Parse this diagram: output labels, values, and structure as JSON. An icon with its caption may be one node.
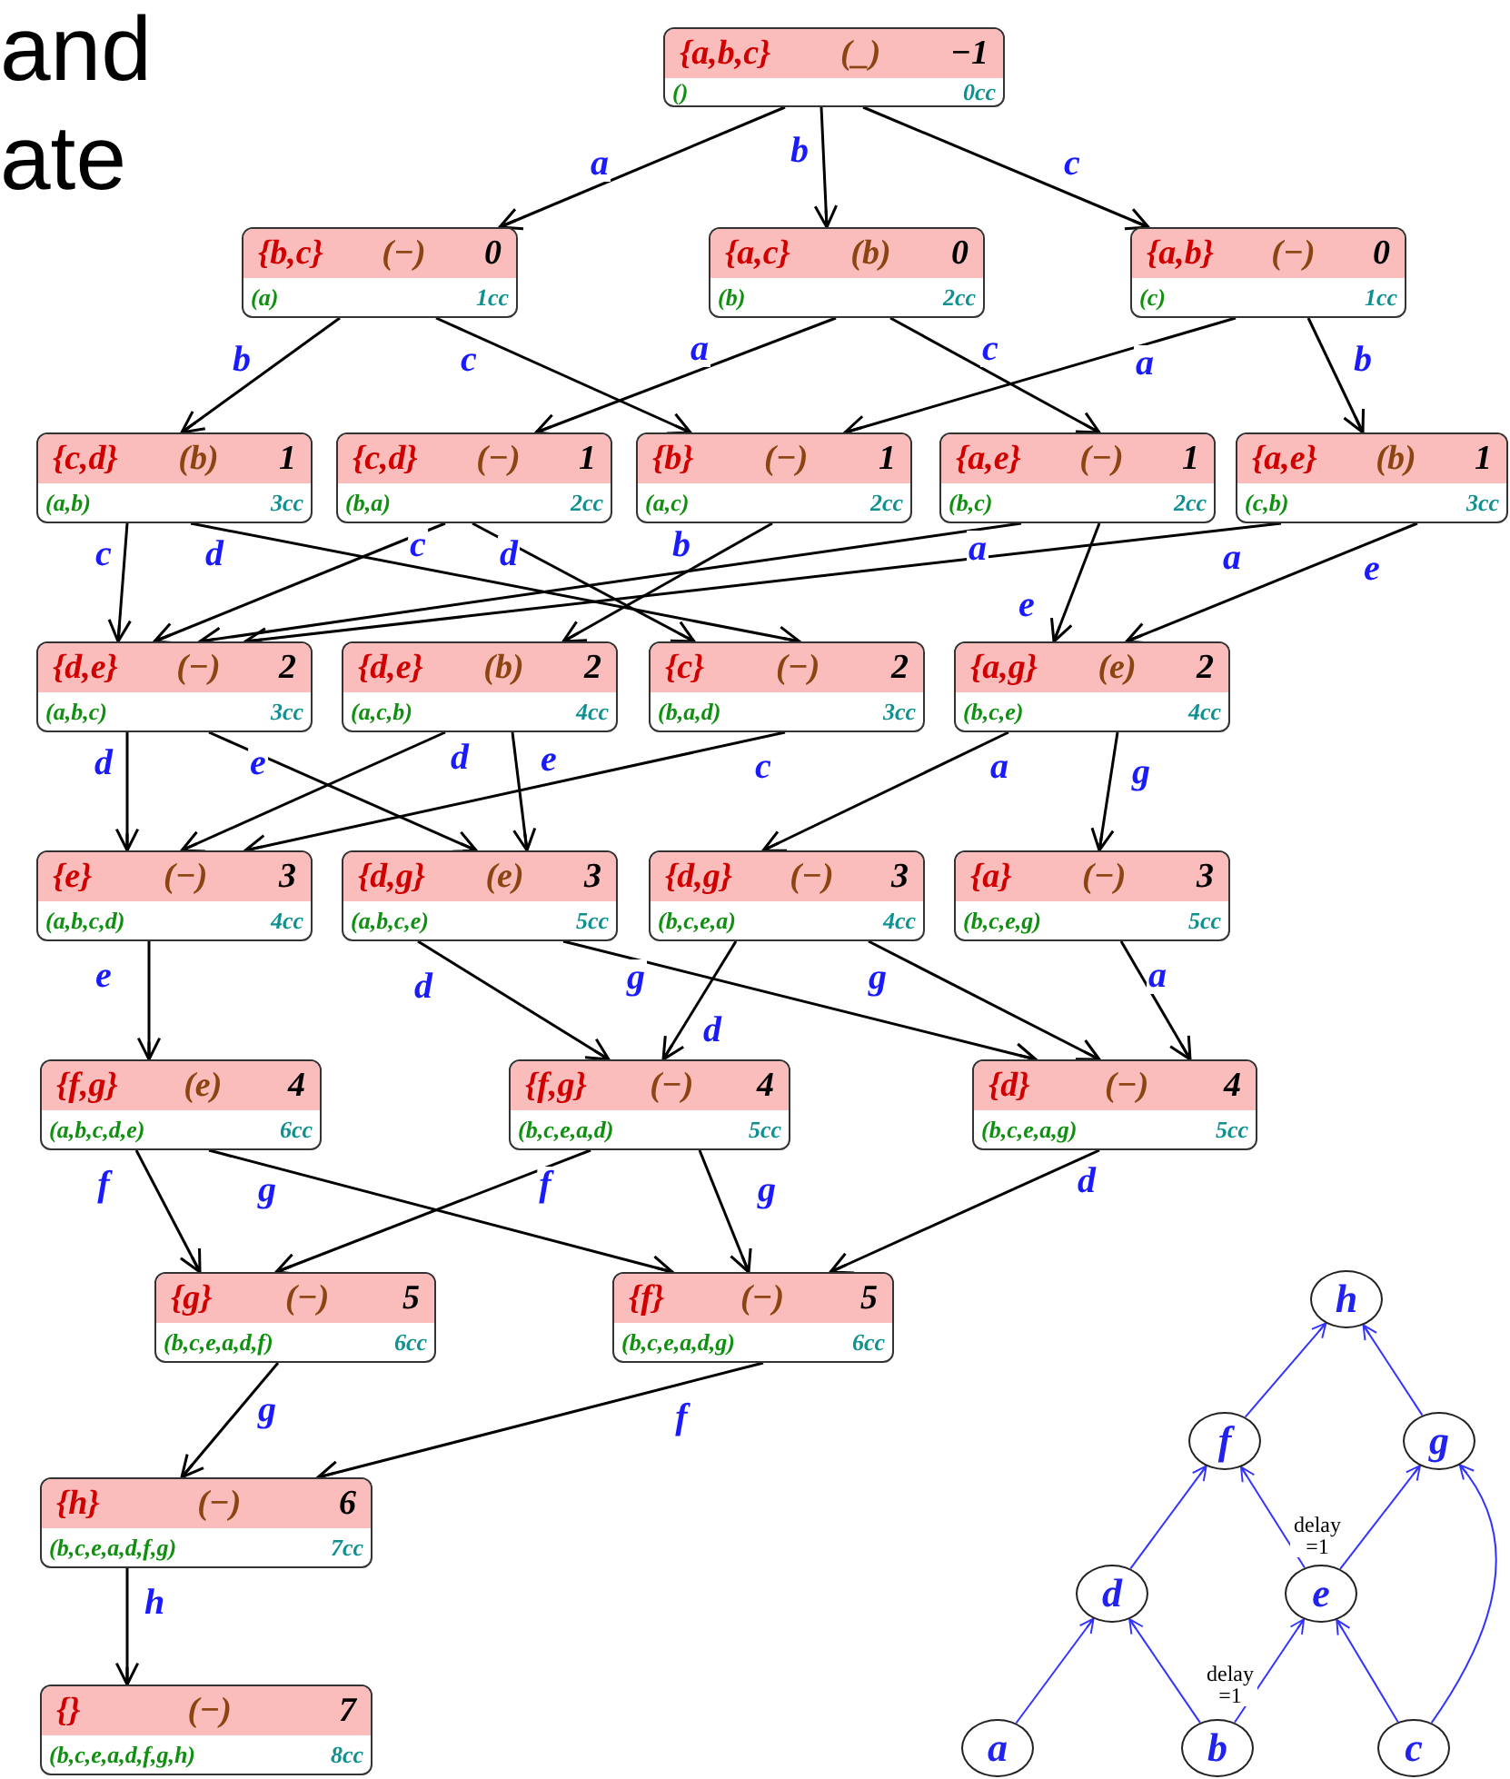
{
  "diagram": {
    "nodes": [
      {
        "text": [
          "{a,b,c}",
          "(_)",
          "−1",
          "()",
          "0cc"
        ]
      },
      {
        "text": [
          "{b,c}",
          "(−)",
          "0",
          "(a)",
          "1cc"
        ]
      },
      {
        "text": [
          "{a,c}",
          "(b)",
          "0",
          "(b)",
          "2cc"
        ]
      },
      {
        "text": [
          "{a,b}",
          "(−)",
          "0",
          "(c)",
          "1cc"
        ]
      },
      {
        "text": [
          "{c,d}",
          "(b)",
          "1",
          "(a,b)",
          "3cc"
        ]
      },
      {
        "text": [
          "{c,d}",
          "(−)",
          "1",
          "(b,a)",
          "2cc"
        ]
      },
      {
        "text": [
          "{b}",
          "(−)",
          "1",
          "(a,c)",
          "2cc"
        ]
      },
      {
        "text": [
          "{a,e}",
          "(−)",
          "1",
          "(b,c)",
          "2cc"
        ]
      },
      {
        "text": [
          "{a,e}",
          "(b)",
          "1",
          "(c,b)",
          "3cc"
        ]
      },
      {
        "text": [
          "{d,e}",
          "(−)",
          "2",
          "(a,b,c)",
          "3cc"
        ]
      },
      {
        "text": [
          "{d,e}",
          "(b)",
          "2",
          "(a,c,b)",
          "4cc"
        ]
      },
      {
        "text": [
          "{c}",
          "(−)",
          "2",
          "(b,a,d)",
          "3cc"
        ]
      },
      {
        "text": [
          "{a,g}",
          "(e)",
          "2",
          "(b,c,e)",
          "4cc"
        ]
      },
      {
        "text": [
          "{e}",
          "(−)",
          "3",
          "(a,b,c,d)",
          "4cc"
        ]
      },
      {
        "text": [
          "{d,g}",
          "(e)",
          "3",
          "(a,b,c,e)",
          "5cc"
        ]
      },
      {
        "text": [
          "{d,g}",
          "(−)",
          "3",
          "(b,c,e,a)",
          "4cc"
        ]
      },
      {
        "text": [
          "{a}",
          "(−)",
          "3",
          "(b,c,e,g)",
          "5cc"
        ]
      },
      {
        "text": [
          "{f,g}",
          "(e)",
          "4",
          "(a,b,c,d,e)",
          "6cc"
        ]
      },
      {
        "text": [
          "{f,g}",
          "(−)",
          "4",
          "(b,c,e,a,d)",
          "5cc"
        ]
      },
      {
        "text": [
          "{d}",
          "(−)",
          "4",
          "(b,c,e,a,g)",
          "5cc"
        ]
      },
      {
        "text": [
          "{g}",
          "(−)",
          "5",
          "(b,c,e,a,d,f)",
          "6cc"
        ]
      },
      {
        "text": [
          "{f}",
          "(−)",
          "5",
          "(b,c,e,a,d,g)",
          "6cc"
        ]
      },
      {
        "text": [
          "{h}",
          "(−)",
          "6",
          "(b,c,e,a,d,f,g)",
          "7cc"
        ]
      },
      {
        "text": [
          "{}",
          "(−)",
          "7",
          "(b,c,e,a,d,f,g,h)",
          "8cc"
        ]
      },
      {
        "text": [
          "h"
        ]
      },
      {
        "text": [
          "f"
        ]
      },
      {
        "text": [
          "g"
        ]
      },
      {
        "text": [
          "d"
        ]
      },
      {
        "text": [
          "e"
        ]
      },
      {
        "text": [
          "a"
        ]
      },
      {
        "text": [
          "b"
        ]
      },
      {
        "text": [
          "c"
        ]
      }
    ],
    "edges": [
      {
        "from": 0,
        "to": 1,
        "arrow": "to",
        "label": "a"
      },
      {
        "from": 0,
        "to": 2,
        "arrow": "to",
        "label": "b"
      },
      {
        "from": 0,
        "to": 3,
        "arrow": "to",
        "label": "c"
      },
      {
        "from": 1,
        "to": 4,
        "arrow": "to",
        "label": "b"
      },
      {
        "from": 1,
        "to": 6,
        "arrow": "to",
        "label": "c"
      },
      {
        "from": 2,
        "to": 5,
        "arrow": "to",
        "label": "a"
      },
      {
        "from": 2,
        "to": 7,
        "arrow": "to",
        "label": "c"
      },
      {
        "from": 3,
        "to": 6,
        "arrow": "to",
        "label": "a"
      },
      {
        "from": 3,
        "to": 8,
        "arrow": "to",
        "label": "b"
      },
      {
        "from": 4,
        "to": 9,
        "arrow": "to",
        "label": "c"
      },
      {
        "from": 4,
        "to": 11,
        "arrow": "to",
        "label": "d"
      },
      {
        "from": 5,
        "to": 9,
        "arrow": "to",
        "label": "c"
      },
      {
        "from": 5,
        "to": 11,
        "arrow": "to",
        "label": "d"
      },
      {
        "from": 6,
        "to": 10,
        "arrow": "to",
        "label": "b"
      },
      {
        "from": 7,
        "to": 9,
        "arrow": "to",
        "label": "a"
      },
      {
        "from": 8,
        "to": 9,
        "arrow": "to",
        "label": "a"
      },
      {
        "from": 7,
        "to": 12,
        "arrow": "to",
        "label": "e"
      },
      {
        "from": 8,
        "to": 12,
        "arrow": "to",
        "label": "e"
      },
      {
        "from": 9,
        "to": 13,
        "arrow": "to",
        "label": "d"
      },
      {
        "from": 9,
        "to": 14,
        "arrow": "to",
        "label": "e"
      },
      {
        "from": 10,
        "to": 13,
        "arrow": "to",
        "label": "d"
      },
      {
        "from": 10,
        "to": 14,
        "arrow": "to",
        "label": "e"
      },
      {
        "from": 11,
        "to": 13,
        "arrow": "to",
        "label": "c"
      },
      {
        "from": 12,
        "to": 15,
        "arrow": "to",
        "label": "a"
      },
      {
        "from": 12,
        "to": 16,
        "arrow": "to",
        "label": "g"
      },
      {
        "from": 13,
        "to": 17,
        "arrow": "to",
        "label": "e"
      },
      {
        "from": 14,
        "to": 18,
        "arrow": "to",
        "label": "d"
      },
      {
        "from": 14,
        "to": 19,
        "arrow": "to",
        "label": "g"
      },
      {
        "from": 15,
        "to": 18,
        "arrow": "to",
        "label": "d"
      },
      {
        "from": 15,
        "to": 19,
        "arrow": "to",
        "label": "g"
      },
      {
        "from": 16,
        "to": 19,
        "arrow": "to",
        "label": "a"
      },
      {
        "from": 17,
        "to": 20,
        "arrow": "to",
        "label": "f"
      },
      {
        "from": 17,
        "to": 21,
        "arrow": "to",
        "label": "g"
      },
      {
        "from": 18,
        "to": 20,
        "arrow": "to",
        "label": "f"
      },
      {
        "from": 18,
        "to": 21,
        "arrow": "to",
        "label": "g"
      },
      {
        "from": 19,
        "to": 21,
        "arrow": "to",
        "label": "d"
      },
      {
        "from": 20,
        "to": 22,
        "arrow": "to",
        "label": "g"
      },
      {
        "from": 21,
        "to": 22,
        "arrow": "to",
        "label": "f"
      },
      {
        "from": 22,
        "to": 23,
        "arrow": "to",
        "label": "h"
      },
      {
        "from": 29,
        "to": 27,
        "arrow": "to",
        "color": "#3333ff"
      },
      {
        "from": 30,
        "to": 27,
        "arrow": "to",
        "color": "#3333ff"
      },
      {
        "from": 30,
        "to": 28,
        "arrow": "to",
        "color": "#3333ff",
        "label": "delay =1"
      },
      {
        "from": 31,
        "to": 28,
        "arrow": "to",
        "color": "#3333ff"
      },
      {
        "from": 27,
        "to": 25,
        "arrow": "to",
        "color": "#3333ff"
      },
      {
        "from": 28,
        "to": 25,
        "arrow": "to",
        "color": "#3333ff"
      },
      {
        "from": 28,
        "to": 26,
        "arrow": "to",
        "color": "#3333ff",
        "label": "delay =1"
      },
      {
        "from": 31,
        "to": 26,
        "arrow": "to",
        "color": "#3333ff"
      },
      {
        "from": 25,
        "to": 24,
        "arrow": "to",
        "color": "#3333ff"
      },
      {
        "from": 26,
        "to": 24,
        "arrow": "to",
        "color": "#3333ff"
      }
    ],
    "labels": [
      "and",
      "ate"
    ]
  }
}
